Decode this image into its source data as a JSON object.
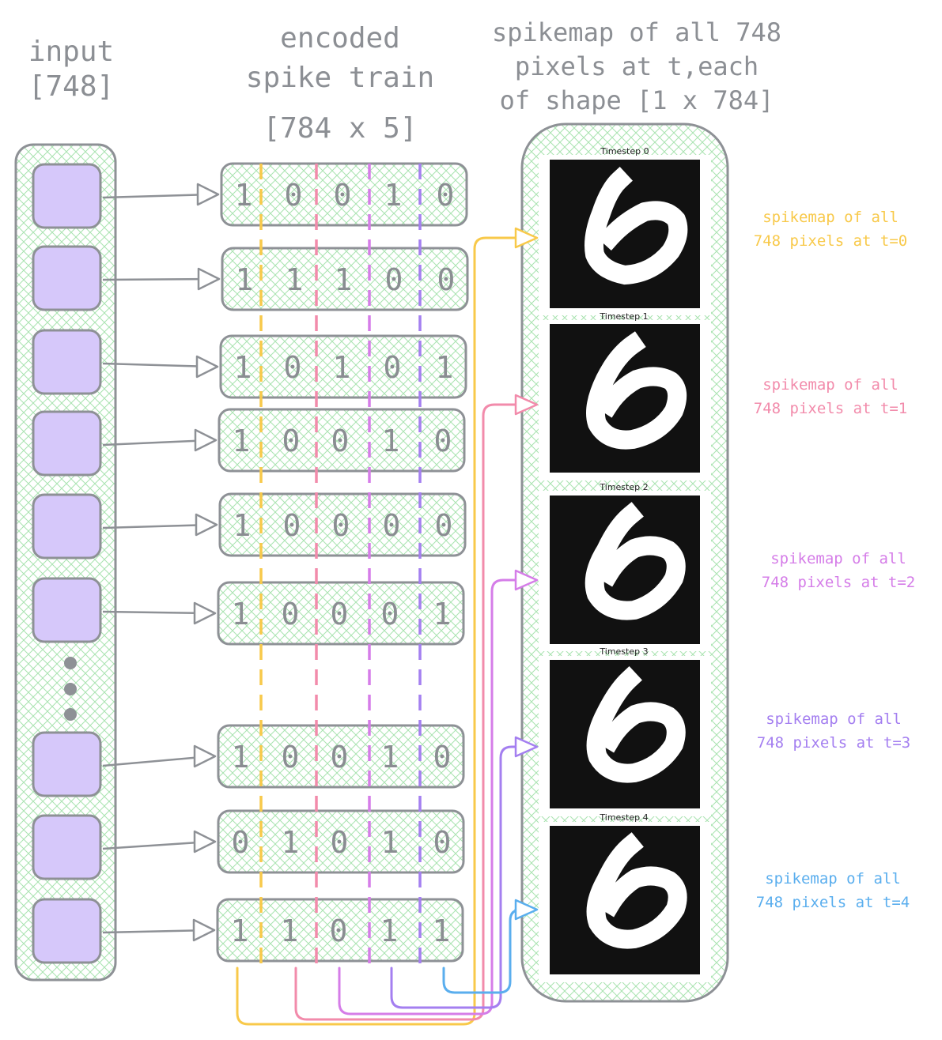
{
  "headers": {
    "input": [
      "input",
      "[748]"
    ],
    "encoded": [
      "encoded",
      "spike train",
      "[784 x 5]"
    ],
    "spikemap": [
      "spikemap of all 748",
      "pixels at t,each",
      "of shape [1 x 784]"
    ]
  },
  "rows": [
    [
      "1",
      "0",
      "0",
      "1",
      "0"
    ],
    [
      "1",
      "1",
      "1",
      "0",
      "0"
    ],
    [
      "1",
      "0",
      "1",
      "0",
      "1"
    ],
    [
      "1",
      "0",
      "0",
      "1",
      "0"
    ],
    [
      "1",
      "0",
      "0",
      "0",
      "0"
    ],
    [
      "1",
      "0",
      "0",
      "0",
      "1"
    ],
    [
      "1",
      "0",
      "0",
      "1",
      "0"
    ],
    [
      "0",
      "1",
      "0",
      "1",
      "0"
    ],
    [
      "1",
      "1",
      "0",
      "1",
      "1"
    ]
  ],
  "timesteps": [
    {
      "title": "Timestep 0",
      "label1": "spikemap of all",
      "label2": "748 pixels at t=0",
      "color": "#f8c94a"
    },
    {
      "title": "Timestep 1",
      "label1": "spikemap of all",
      "label2": "748 pixels at t=1",
      "color": "#f28bab"
    },
    {
      "title": "Timestep 2",
      "label1": "spikemap of all",
      "label2": "748 pixels at t=2",
      "color": "#d57de8"
    },
    {
      "title": "Timestep 3",
      "label1": "spikemap of all",
      "label2": "748 pixels at t=3",
      "color": "#a47ff0"
    },
    {
      "title": "Timestep 4",
      "label1": "spikemap of all",
      "label2": "748 pixels at t=4",
      "color": "#5aaeee"
    }
  ],
  "colors": {
    "node_fill": "#d6c8fa",
    "stroke": "#8e9196",
    "hatch": "#a9e3b0",
    "bit_text": "#8a8d92"
  }
}
